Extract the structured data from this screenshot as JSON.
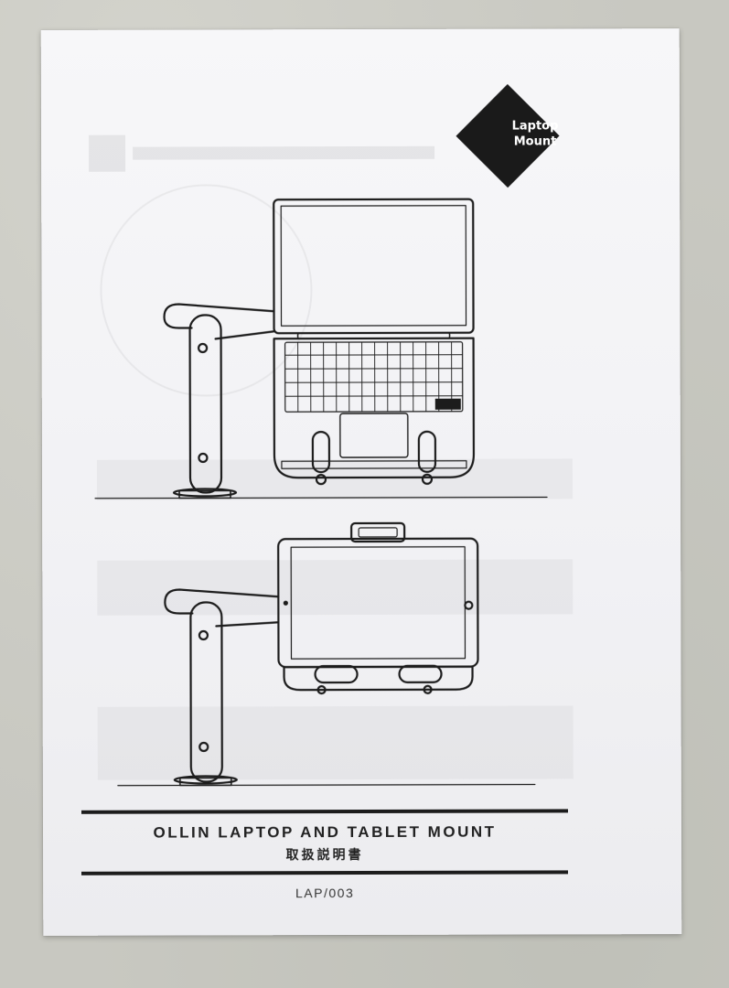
{
  "badge": {
    "line1": "Laptop",
    "line2": "Mount"
  },
  "product": {
    "title": "OLLIN LAPTOP AND TABLET MOUNT",
    "subtitle": "取扱説明書",
    "model": "LAP/003"
  },
  "colors": {
    "ink": "#1c1c1c",
    "paper": "#f3f3f6",
    "background": "#c8c8c1"
  }
}
